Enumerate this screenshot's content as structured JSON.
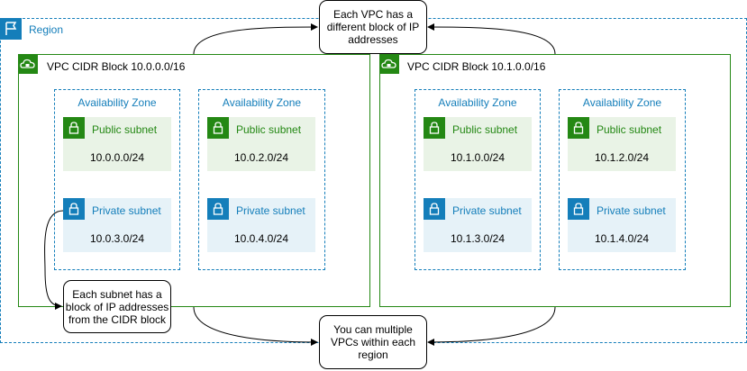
{
  "region": {
    "label": "Region",
    "icon": "region-flag-icon",
    "color": "#147eba"
  },
  "vpcs": [
    {
      "label": "VPC CIDR Block 10.0.0.0/16",
      "icon": "vpc-cloud-icon",
      "azs": [
        {
          "label": "Availability Zone",
          "public": {
            "label": "Public subnet",
            "cidr": "10.0.0.0/24"
          },
          "private": {
            "label": "Private subnet",
            "cidr": "10.0.3.0/24"
          }
        },
        {
          "label": "Availability Zone",
          "public": {
            "label": "Public subnet",
            "cidr": "10.0.2.0/24"
          },
          "private": {
            "label": "Private subnet",
            "cidr": "10.0.4.0/24"
          }
        }
      ]
    },
    {
      "label": "VPC CIDR Block 10.1.0.0/16",
      "icon": "vpc-cloud-icon",
      "azs": [
        {
          "label": "Availability Zone",
          "public": {
            "label": "Public subnet",
            "cidr": "10.1.0.0/24"
          },
          "private": {
            "label": "Private subnet",
            "cidr": "10.1.3.0/24"
          }
        },
        {
          "label": "Availability Zone",
          "public": {
            "label": "Public subnet",
            "cidr": "10.1.2.0/24"
          },
          "private": {
            "label": "Private subnet",
            "cidr": "10.1.4.0/24"
          }
        }
      ]
    }
  ],
  "notes": {
    "top": {
      "line1": "Each VPC has a",
      "line2": "different block of IP",
      "line3": "addresses"
    },
    "subnet": {
      "line1": "Each subnet has a",
      "line2": "block of IP addresses",
      "line3": "from the CIDR block"
    },
    "bottom": {
      "line1": "You can multiple",
      "line2": "VPCs within each",
      "line3": "region"
    }
  },
  "colors": {
    "vpc": "#248814",
    "public": "#248814",
    "private": "#147eba",
    "public_fill": "#e9f3e6",
    "private_fill": "#e6f2f8"
  }
}
